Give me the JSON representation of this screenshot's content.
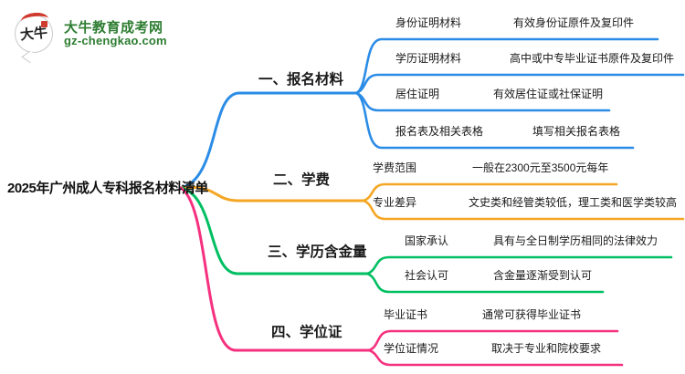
{
  "logo": {
    "icon_text": "大牛",
    "brand": "大牛教育成考网",
    "url": "gz-chengkao.com",
    "brand_color": "#2e7d32",
    "seal_color": "#cf3b2f"
  },
  "title": "2025年广州成人专科报名材料清单",
  "colors": {
    "text": "#1a1a1a",
    "blue": "#2b8ce6",
    "orange": "#f5a623",
    "green": "#00bf62",
    "pink": "#f5317f"
  },
  "branches": [
    {
      "label": "一、报名材料",
      "color": "#2b8ce6",
      "children": [
        {
          "label": "身份证明材料",
          "value": "有效身份证原件及复印件"
        },
        {
          "label": "学历证明材料",
          "value": "高中或中专毕业证书原件及复印件"
        },
        {
          "label": "居住证明",
          "value": "有效居住证或社保证明"
        },
        {
          "label": "报名表及相关表格",
          "value": "填写相关报名表格"
        }
      ]
    },
    {
      "label": "二、学费",
      "color": "#f5a623",
      "children": [
        {
          "label": "学费范围",
          "value": "一般在2300元至3500元每年"
        },
        {
          "label": "专业差异",
          "value": "文史类和经管类较低，理工类和医学类较高"
        }
      ]
    },
    {
      "label": "三、学历含金量",
      "color": "#00bf62",
      "children": [
        {
          "label": "国家承认",
          "value": "具有与全日制学历相同的法律效力"
        },
        {
          "label": "社会认可",
          "value": "含金量逐渐受到认可"
        }
      ]
    },
    {
      "label": "四、学位证",
      "color": "#f5317f",
      "children": [
        {
          "label": "毕业证书",
          "value": "通常可获得毕业证书"
        },
        {
          "label": "学位证情况",
          "value": "取决于专业和院校要求"
        }
      ]
    }
  ]
}
